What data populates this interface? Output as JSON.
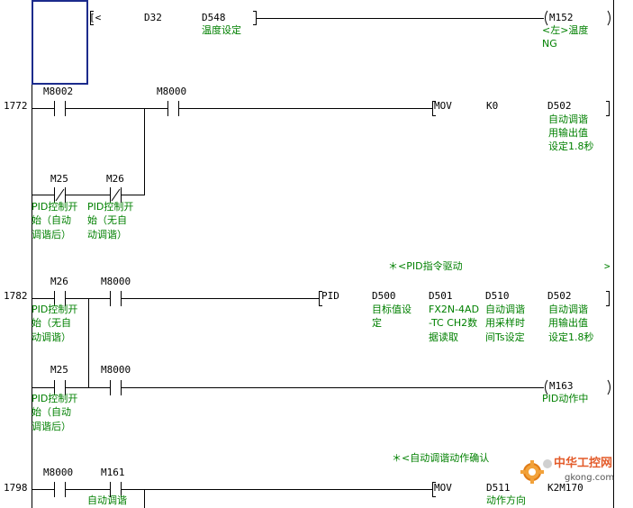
{
  "rungs": {
    "top": {
      "cmp_bracket": "[<",
      "op1": "D32",
      "op2": "D548",
      "op2_comment": "温度设定",
      "coil": "M152",
      "coil_comment_1": "<左>温度",
      "coil_comment_2": "NG"
    },
    "r1772": {
      "step": "1772",
      "c1": "M8002",
      "c2": "M8000",
      "c3": "M25",
      "c3_comment": [
        "PID控制开",
        "始（自动",
        "调谐后）"
      ],
      "c4": "M26",
      "c4_comment": [
        "PID控制开",
        "始（无自",
        "动调谐）"
      ],
      "instr": "MOV",
      "arg1": "K0",
      "arg2": "D502",
      "arg2_comment": [
        "自动调谐",
        "用输出值",
        "设定1.8秒"
      ]
    },
    "r1782": {
      "header_comment": "＊<PID指令驱动",
      "step": "1782",
      "c1": "M26",
      "c1_comment": [
        "PID控制开",
        "始（无自",
        "动调谐）"
      ],
      "c2": "M8000",
      "c3": "M25",
      "c3_comment": [
        "PID控制开",
        "始（自动",
        "调谐后）"
      ],
      "c4": "M8000",
      "instr": "PID",
      "arg1": "D500",
      "arg1_comment": [
        "目标值设",
        "定"
      ],
      "arg2": "D501",
      "arg2_comment": [
        "FX2N-4AD",
        "-TC CH2数",
        "据读取"
      ],
      "arg3": "D510",
      "arg3_comment": [
        "自动调谐",
        "用采样时",
        "间Ts设定"
      ],
      "arg4": "D502",
      "arg4_comment": [
        "自动调谐",
        "用输出值",
        "设定1.8秒"
      ],
      "coil": "M163",
      "coil_comment": "PID动作中"
    },
    "r1798": {
      "header_comment": "＊<自动调谐动作确认",
      "step": "1798",
      "c1": "M8000",
      "c2": "M161",
      "c2_comment": "自动调谐",
      "instr": "MOV",
      "arg1": "D511",
      "arg1_comment": "动作方向",
      "arg2": "K2M170"
    }
  },
  "watermark": {
    "text": "中华工控网",
    "url": "gkong.com"
  },
  "colors": {
    "comment": "#008000",
    "selection": "#1c2b8c",
    "line": "#000000"
  }
}
